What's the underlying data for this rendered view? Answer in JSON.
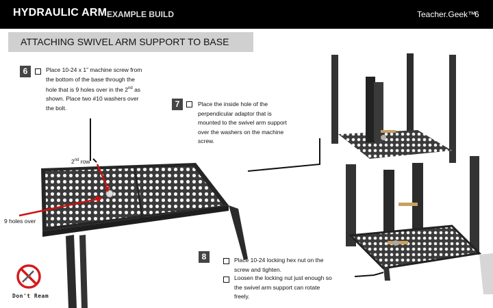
{
  "header": {
    "title": "HYDRAULIC ARM",
    "subtitle": "EXAMPLE BUILD",
    "brand": "Teacher.Geek™",
    "page_number": "6"
  },
  "section_title": "ATTACHING SWIVEL ARM SUPPORT TO BASE",
  "steps": [
    {
      "number": "6",
      "lines": [
        "Place 10-24 x 1” machine screw from",
        "the bottom of the base through the",
        "hole that is 9 holes over in the 2",
        "shown. Place two #10 washers over",
        "the bolt."
      ],
      "ordinal_suffix": "nd",
      "line3_tail": " as"
    },
    {
      "number": "7",
      "lines": [
        "Place the inside hole of the",
        "perpendicular adaptor that is",
        "mounted to the swivel arm support",
        "over the washers on the machine",
        "screw."
      ]
    },
    {
      "number": "8",
      "bullets": [
        {
          "lines": [
            "Place 10-24 locking hex nut on the",
            "screw and tighten."
          ]
        },
        {
          "lines": [
            "Loosen the locking nut just enough so",
            "the swivel arm support can rotate",
            "freely."
          ]
        }
      ]
    }
  ],
  "labels": {
    "row_label_prefix": "2",
    "row_label_sup": "nd",
    "row_label_tail": " row",
    "holes_label": "9 holes over"
  },
  "warning_text": "Don't Ream",
  "colors": {
    "header_bg": "#000000",
    "banner_bg": "#d0d0d0",
    "step_badge": "#454545",
    "arrow_red": "#cc1111",
    "warning_red": "#d41a1a",
    "base_plate": "#3a3a3a",
    "plate_border": "#262626"
  },
  "icons": [
    "prohibition-sign-icon",
    "drill-bit-icon",
    "checkbox-icon"
  ]
}
